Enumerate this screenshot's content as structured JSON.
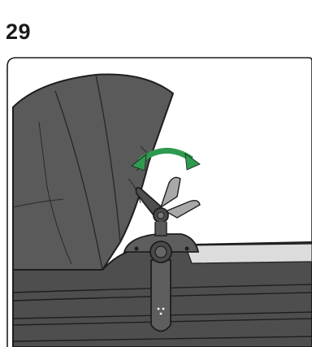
{
  "step": {
    "number": "29"
  },
  "illustration": {
    "subject": "carrycot-canopy-handle-adjustment",
    "colors": {
      "fabric": "#5a5a5a",
      "fabric_dark": "#3c3c3c",
      "outline": "#1e1e1e",
      "handle_ghost": "#a8a8a8",
      "arrow": "#2e9a4f",
      "liner": "#dcdcdc"
    },
    "arrow_icon": "double-headed-curved-arrow"
  }
}
